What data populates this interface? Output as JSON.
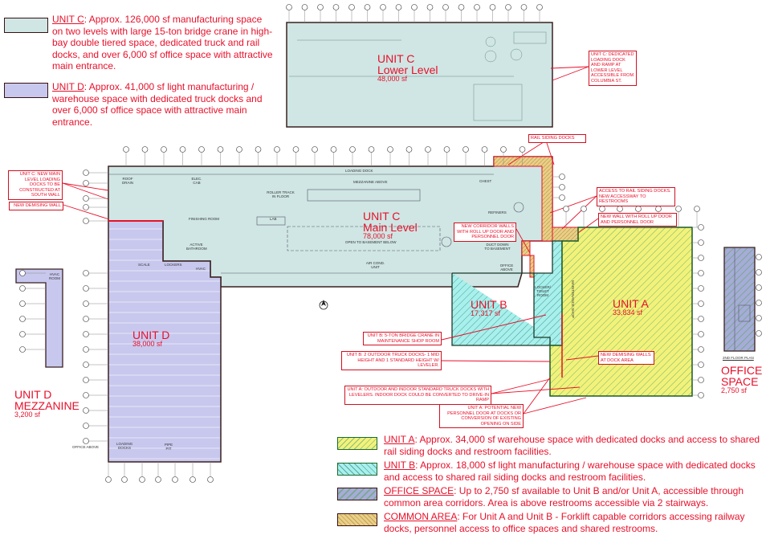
{
  "legend_top": [
    {
      "heading": "UNIT C",
      "text": " Approx. 126,000 sf manufacturing space on two levels with large 15-ton bridge crane in high-bay double tiered space, dedicated truck and rail docks, and over 6,000 sf office space with attractive main entrance.",
      "color": "#cfe6e4"
    },
    {
      "heading": "UNIT D",
      "text": " Approx. 41,000 sf light manufacturing / warehouse space with dedicated truck docks and over 6,000 sf office space with attractive main entrance.",
      "color": "#c8c8ee"
    }
  ],
  "legend_bottom": [
    {
      "heading": "UNIT A",
      "text": " Approx. 34,000 sf warehouse space with dedicated docks and access to shared rail siding docks and restroom facilities.",
      "color": "#f2f27a"
    },
    {
      "heading": "UNIT B",
      "text": " Approx. 18,000 sf light manufacturing / warehouse space with dedicated docks and access to shared rail siding docks and restroom facilities.",
      "color": "#a8f0ec"
    },
    {
      "heading": "OFFICE SPACE",
      "text": " Up to 2,750 sf available to Unit B and/or Unit A, accessible through common area corridors. Area is above restrooms accessible via 2 stairways.",
      "color": "#9fa8d8"
    },
    {
      "heading": "COMMON AREA",
      "text": " For Unit A and Unit B - Forklift capable corridors accessing railway docks, personnel access to office spaces and shared restrooms.",
      "color": "#e8d08a"
    }
  ],
  "units": {
    "c_lower": {
      "name": "UNIT C",
      "sub": "Lower Level",
      "area": "48,000 sf"
    },
    "c_main": {
      "name": "UNIT C",
      "sub": "Main Level",
      "area": "78,000 sf"
    },
    "d": {
      "name": "UNIT D",
      "area": "38,000 sf"
    },
    "b": {
      "name": "UNIT B",
      "area": "17,317 sf"
    },
    "a": {
      "name": "UNIT A",
      "area": "33,834 sf"
    },
    "office": {
      "name": "OFFICE",
      "sub": "SPACE",
      "area": "2,750 sf"
    },
    "mezz": {
      "name": "UNIT D",
      "sub": "MEZZANINE",
      "area": "3,200 sf"
    }
  },
  "callouts": {
    "c_lower_dock": "UNIT C: DEDICATED LOADING DOCK AND RAMP AT LOWER LEVEL ACCESSIBLE FROM COLUMBIA ST.",
    "rail_docks": "RAIL SIDING DOCKS",
    "access_rail": "ACCESS TO RAIL SIDING DOCKS. NEW ACCESSWAY TO RESTROOMS",
    "new_wall": "NEW WALL WITH ROLL UP DOOR AND PERSONNEL DOOR",
    "corridor_walls": "NEW CORRIDOR WALLS WITH ROLL UP DOOR AND PERSONNEL DOOR",
    "c_main_docks": "UNIT C: NEW MAIN LEVEL LOADING DOCKS TO BE CONSTRUCTED AT SOUTH WALL",
    "demising_wall": "NEW DEMISING WALL",
    "b_crane": "UNIT B: 5-TON BRIDGE CRANE IN MAINTENANCE SHOP ROOM",
    "b_docks": "UNIT B: 2 OUTDOOR TRUCK DOCKS- 1 MID HEIGHT AND 1 STANDARD HEIGHT W/ LEVELER.",
    "a_docks": "UNIT A: OUTDOOR AND INDOOR STANDARD TRUCK DOCKS WITH LEVELERS. INDOOR DOCK COULD BE CONVERTED TO DRIVE-IN RAMP",
    "a_door": "UNIT A: POTENTIAL NEW PERSONNEL DOOR AT DOCKS OR CONVERSION OF EXISTING OPENING ON SIDE",
    "demising_walls_dock": "NEW DEMISING WALLS AT DOCK AREA"
  },
  "plan_labels": {
    "loading_dock": "LOADING DOCK",
    "mezz_above": "MEZZANINE ABOVE",
    "roller_track": "ROLLER TRACK IN FLOOR",
    "lab": "LAB",
    "finishing": "FINISHING ROOM",
    "open_basement": "OPEN TO BASEMENT BELOW",
    "air_cond": "AIR COND. UNIT",
    "lockers": "LOCKERS",
    "scale": "SCALE",
    "hvac": "HVAC",
    "bathroom": "ACTIVE BATHROOM",
    "duct": "DUCT DOWN TO BASEMENT",
    "office_above": "OFFICE ABOVE",
    "chest": "CHEST",
    "refiners": "REFINERS",
    "roof_drain": "ROOF DRAIN",
    "elec_cab": "ELEC. CAB",
    "maint_shop": "MAINTENANCE SHOP",
    "locker_toilet": "LOCKER/ TOILET ROOM",
    "loading_docks_d": "LOADING DOCKS",
    "pipe_pit": "PIPE PIT",
    "hvac_room": "HVAC ROOM",
    "office_above_d": "OFFICE ABOVE",
    "floor_plan": "2ND FLOOR PLAN"
  },
  "colors": {
    "red": "#e8102a",
    "unit_c": "#cfe6e4",
    "unit_d": "#c8c8ee",
    "unit_a": "#f2f27a",
    "unit_b": "#a8f0ec",
    "common": "#e8d08a",
    "office": "#9fa8d8"
  }
}
